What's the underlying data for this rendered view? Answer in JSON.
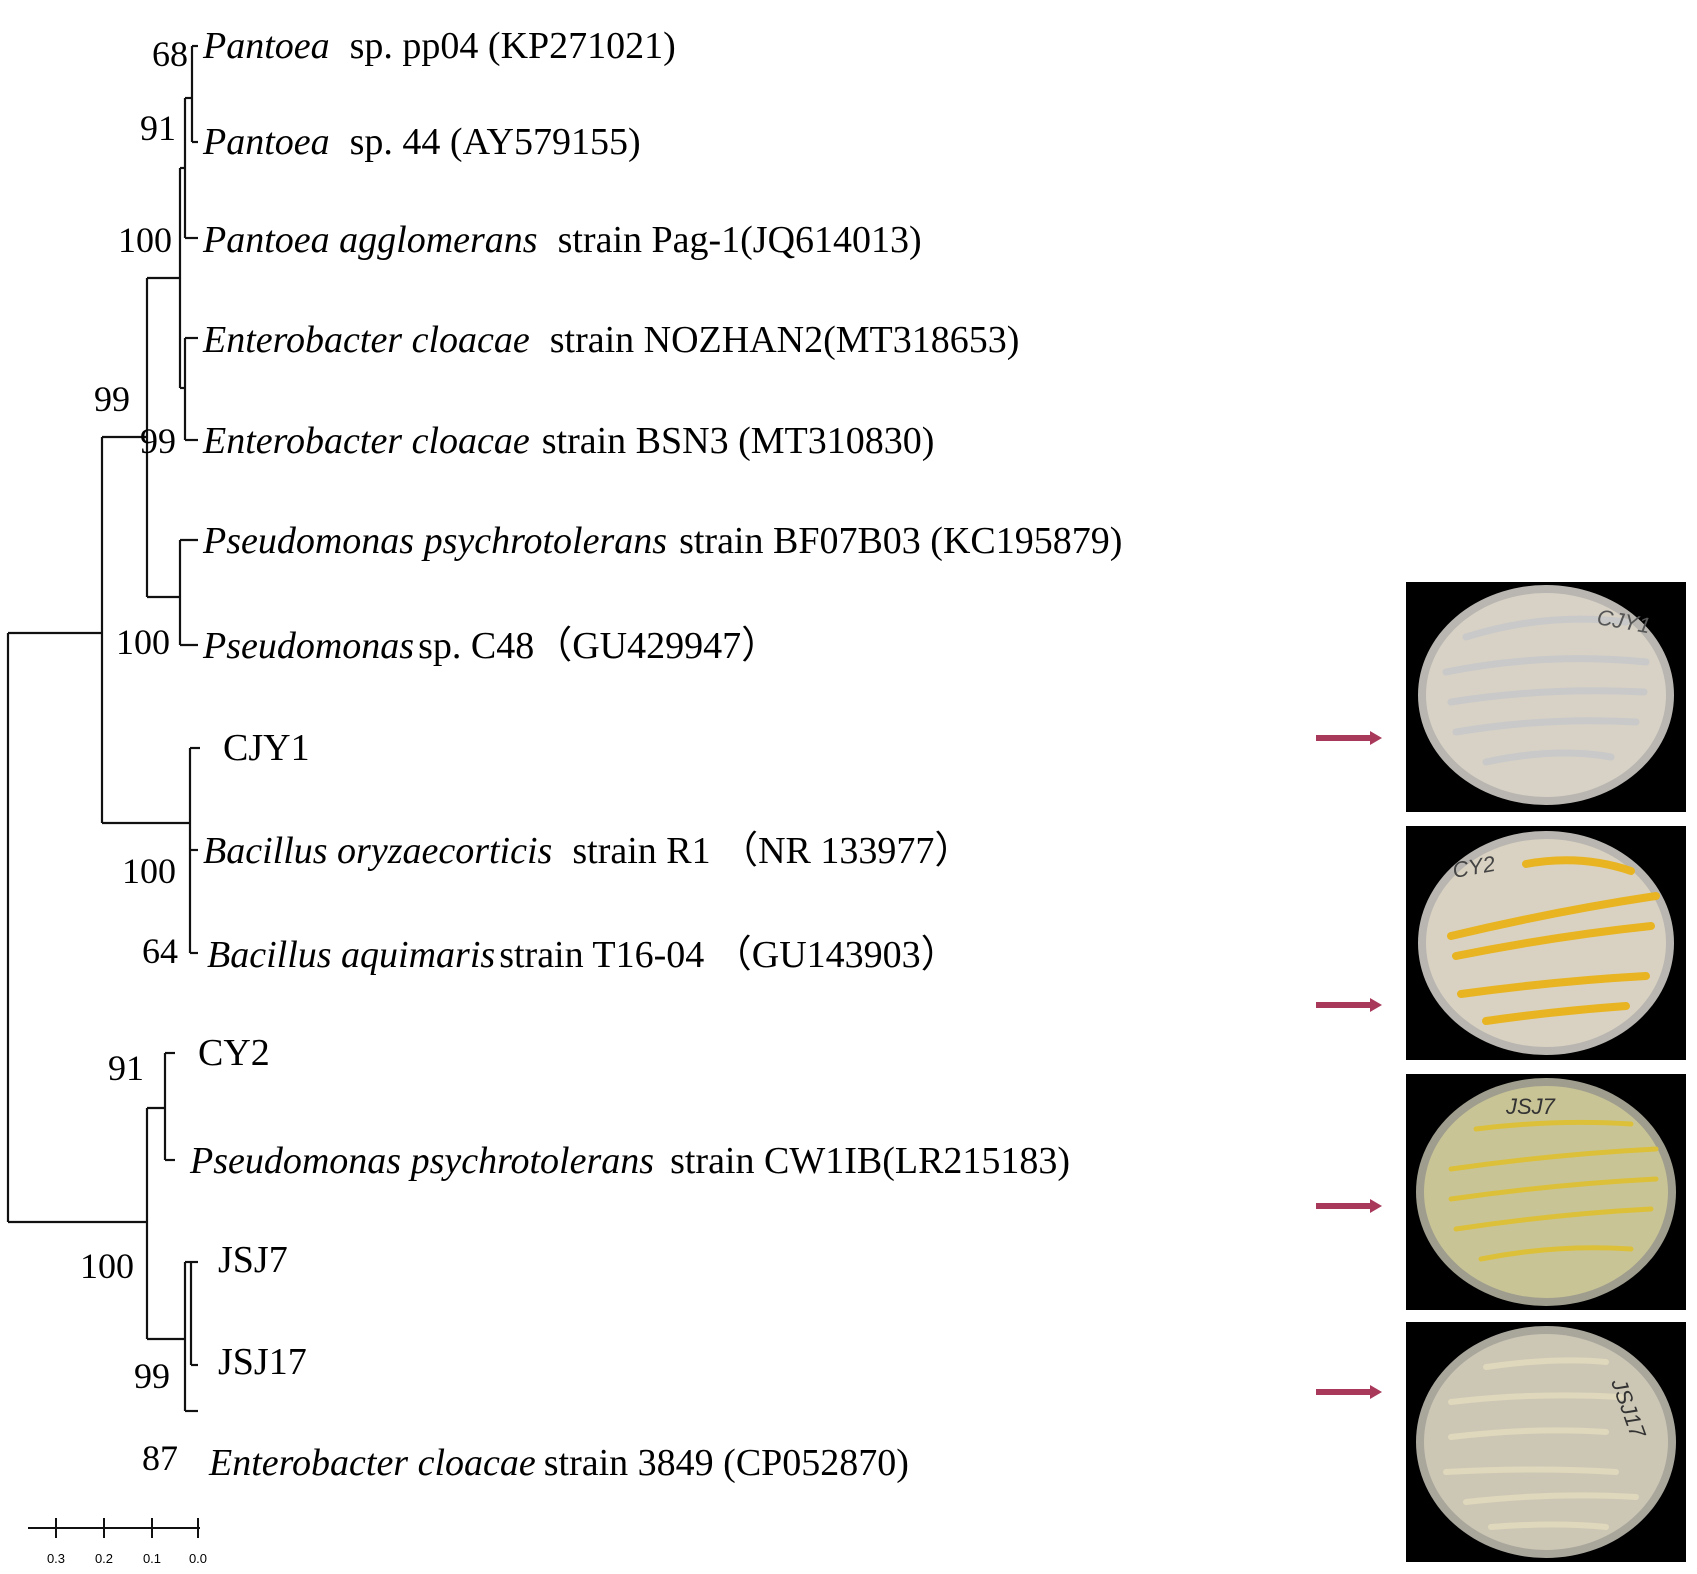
{
  "taxa": [
    {
      "species": "Pantoea",
      "rest": "sp. pp04 (KP271021)"
    },
    {
      "species": "Pantoea",
      "rest": "sp. 44 (AY579155)"
    },
    {
      "species": "Pantoea agglomerans",
      "rest": "strain Pag-1(JQ614013)"
    },
    {
      "species": "Enterobacter cloacae",
      "rest": "strain NOZHAN2(MT318653)"
    },
    {
      "species": "Enterobacter cloacae",
      "rest": "strain BSN3 (MT310830)"
    },
    {
      "species": "Pseudomonas psychrotolerans",
      "rest": "strain BF07B03 (KC195879)"
    },
    {
      "species": "Pseudomonas",
      "rest": "sp. C48（GU429947）"
    },
    {
      "species": "",
      "rest": "CJY1"
    },
    {
      "species": "Bacillus oryzaecorticis",
      "rest": "strain R1 （NR 133977）"
    },
    {
      "species": "Bacillus aquimaris",
      "rest": "strain T16-04 （GU143903）"
    },
    {
      "species": "",
      "rest": "CY2"
    },
    {
      "species": "Pseudomonas psychrotolerans",
      "rest": "strain CW1IB(LR215183)"
    },
    {
      "species": "",
      "rest": "JSJ7"
    },
    {
      "species": "",
      "rest": "JSJ17"
    },
    {
      "species": "Enterobacter cloacae",
      "rest": "strain 3849 (CP052870)"
    }
  ],
  "bootstrap": [
    "68",
    "91",
    "100",
    "99",
    "99",
    "100",
    "100",
    "64",
    "91",
    "100",
    "99",
    "87"
  ],
  "scale_bar": {
    "labels": [
      "0.3",
      "0.2",
      "0.1",
      "0.0"
    ]
  },
  "plates": [
    {
      "isolate": "CJY1",
      "label": "CJY1",
      "colony_color": "#c9c9c9",
      "agar_color": "#d8d2c6"
    },
    {
      "isolate": "CY2",
      "label": "CY2",
      "colony_color": "#e8b422",
      "agar_color": "#d9d2c2"
    },
    {
      "isolate": "JSJ7",
      "label": "JSJ7",
      "colony_color": "#dcc03a",
      "agar_color": "#c8c496"
    },
    {
      "isolate": "JSJ17",
      "label": "JSJ17",
      "colony_color": "#e0d8bc",
      "agar_color": "#ccc6b4"
    }
  ],
  "colors": {
    "line": "#111111",
    "arrow": "#a8395a",
    "plate_bg": "#000000"
  }
}
